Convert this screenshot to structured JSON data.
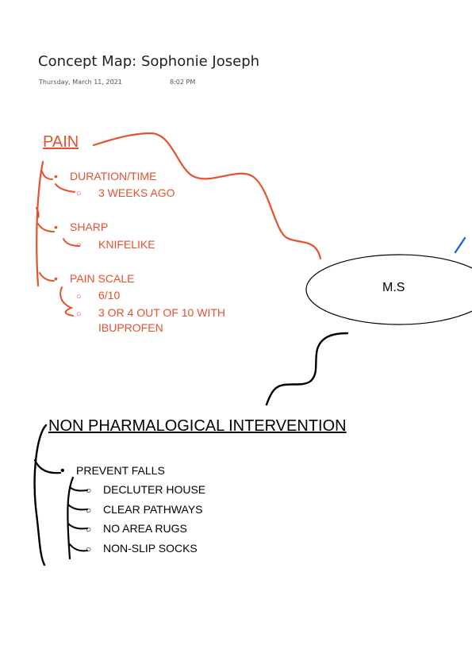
{
  "page": {
    "title": "Concept Map: Sophonie Joseph",
    "date": "Thursday, March 11, 2021",
    "time": "8:02 PM"
  },
  "pain": {
    "heading": "PAIN",
    "color": "#e4512c",
    "items": [
      {
        "label": "DURATION/TIME",
        "sub": [
          "3 WEEKS AGO"
        ]
      },
      {
        "label": "SHARP",
        "sub": [
          "KNIFELIKE"
        ]
      },
      {
        "label": "PAIN SCALE",
        "sub": [
          "6/10",
          "3 OR 4 OUT OF 10 WITH",
          "IBUPROFEN"
        ]
      }
    ]
  },
  "central_node": {
    "label": "M.S"
  },
  "intervention": {
    "heading": "NON PHARMALOGICAL INTERVENTION",
    "color": "#000000",
    "items": [
      {
        "label": "PREVENT FALLS",
        "sub": [
          "DECLUTER HOUSE",
          "CLEAR PATHWAYS",
          "NO AREA RUGS",
          "NON-SLIP SOCKS"
        ]
      }
    ]
  },
  "icons": {
    "main_bullet": "filled-dot",
    "sub_bullet": "hollow-circle"
  },
  "ink_colors": {
    "red": "#e4512c",
    "black": "#000000",
    "blue": "#2f5fd6"
  }
}
